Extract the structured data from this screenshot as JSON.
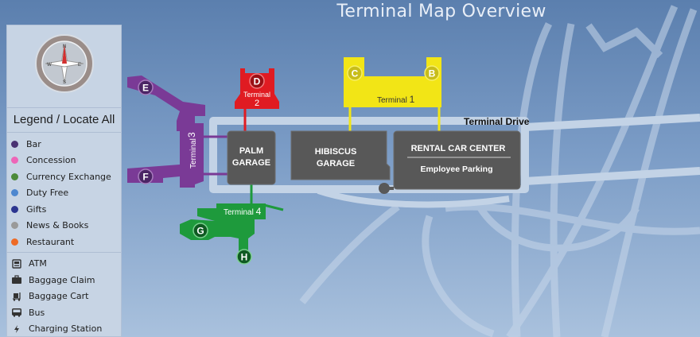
{
  "title": "Terminal Map Overview",
  "compass": {
    "n": "N",
    "s": "S",
    "e": "E",
    "w": "W"
  },
  "legend": {
    "title": "Legend / Locate All",
    "categories": [
      {
        "label": "Bar",
        "color": "#4a3272"
      },
      {
        "label": "Concession",
        "color": "#ee66b8"
      },
      {
        "label": "Currency Exchange",
        "color": "#4c8a3a"
      },
      {
        "label": "Duty Free",
        "color": "#4d87cf"
      },
      {
        "label": "Gifts",
        "color": "#2b3590"
      },
      {
        "label": "News & Books",
        "color": "#9a9a9a"
      },
      {
        "label": "Restaurant",
        "color": "#ee6a25"
      }
    ],
    "amenities": [
      {
        "label": "ATM",
        "icon": "atm-icon"
      },
      {
        "label": "Baggage Claim",
        "icon": "baggage-claim-icon"
      },
      {
        "label": "Baggage Cart",
        "icon": "baggage-cart-icon"
      },
      {
        "label": "Bus",
        "icon": "bus-icon"
      },
      {
        "label": "Charging Station",
        "icon": "charging-station-icon"
      }
    ]
  },
  "map": {
    "terminal_drive": "Terminal Drive",
    "terminals": {
      "t1": {
        "word": "Terminal",
        "num": "1",
        "color": "#f2e516"
      },
      "t2": {
        "word": "Terminal",
        "num": "2",
        "color": "#e01b22"
      },
      "t3": {
        "word": "Terminal",
        "num": "3",
        "color": "#7a3a96"
      },
      "t4": {
        "word": "Terminal",
        "num": "4",
        "color": "#1e9a3c"
      }
    },
    "concourses": {
      "a": "E",
      "b": "F",
      "c": "C",
      "d": "B",
      "e": "D",
      "f": "G",
      "g": "H"
    },
    "garages": {
      "palm": [
        "PALM",
        "GARAGE"
      ],
      "hibiscus": [
        "HIBISCUS",
        "GARAGE"
      ],
      "rental": {
        "title": "RENTAL CAR CENTER",
        "sub": "Employee Parking"
      }
    },
    "colors": {
      "road": "#c3d3e6",
      "garage": "#585858"
    }
  }
}
